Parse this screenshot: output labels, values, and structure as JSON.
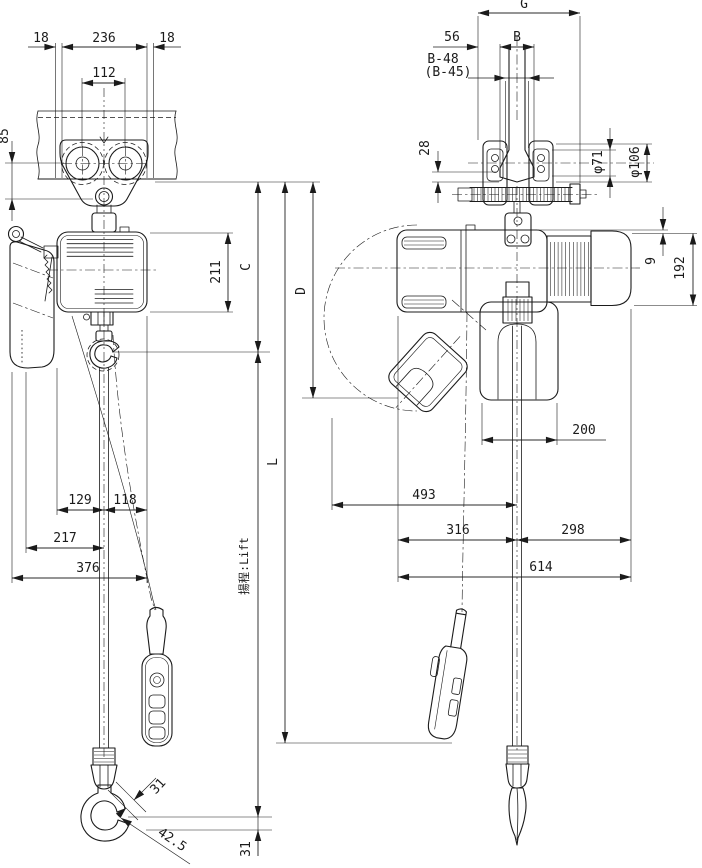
{
  "front_view": {
    "dims": {
      "beam_gap_left": "18",
      "trolley_inner_width": "236",
      "beam_gap_right": "18",
      "wheel_center_distance": "112",
      "wheel_to_pin": "85",
      "body_height": "211",
      "headroom_c": "C",
      "total_length_l": "L",
      "lift": "揚程:Lift",
      "center_to_left_face": "129",
      "center_to_right_face": "118",
      "center_to_bucket": "217",
      "overall_width": "376",
      "hook_opening": "31",
      "hook_throat": "42.5",
      "hook_tip_height": "31"
    }
  },
  "side_view": {
    "dims": {
      "trolley_overall_width": "G",
      "side_clearance": "56",
      "beam_flange_width": "B",
      "wheel_gauge": "B-48",
      "wheel_gauge_alt": "(B-45)",
      "flange_edge_height": "28",
      "wheel_tread_dia": "φ71",
      "wheel_flange_dia": "φ106",
      "top_clearance": "9",
      "body_height_side": "192",
      "chain_bucket_width": "200",
      "swing_reach": "493",
      "center_to_rear": "316",
      "center_to_front": "298",
      "overall_length": "614",
      "headroom_d": "D"
    }
  }
}
